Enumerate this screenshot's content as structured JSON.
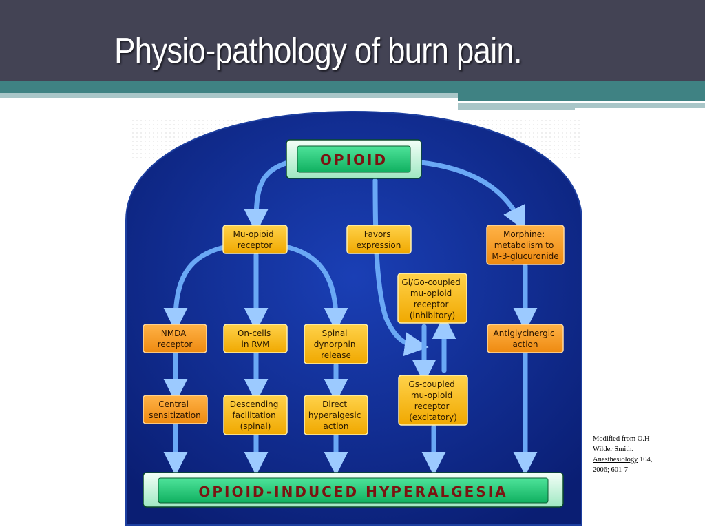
{
  "title": "Physio-pathology of burn pain.",
  "diagram": {
    "top_label": "OPIOID",
    "bottom_label": "OPIOID-INDUCED HYPERALGESIA",
    "boxes": {
      "mu": [
        "Mu-opioid",
        "receptor"
      ],
      "favors": [
        "Favors",
        "expression"
      ],
      "morphine": [
        "Morphine:",
        "metabolism to",
        "M-3-glucuronide"
      ],
      "gi": [
        "Gi/Go-coupled",
        "mu-opioid",
        "receptor",
        "(inhibitory)"
      ],
      "nmda": [
        "NMDA",
        "receptor"
      ],
      "oncells": [
        "On-cells",
        "in RVM"
      ],
      "spinal": [
        "Spinal",
        "dynorphin",
        "release"
      ],
      "antigly": [
        "Antiglycinergic",
        "action"
      ],
      "gs": [
        "Gs-coupled",
        "mu-opioid",
        "receptor",
        "(excitatory)"
      ],
      "central": [
        "Central",
        "sensitization"
      ],
      "descending": [
        "Descending",
        "facilitation",
        "(spinal)"
      ],
      "direct": [
        "Direct",
        "hyperalgesic",
        "action"
      ]
    }
  },
  "citation": {
    "line1": "Modified from O.H",
    "line2": "Wilder Smith.",
    "journal": "Anesthesiology",
    "rest": " 104,",
    "line4": "2006; 601-7"
  },
  "colors": {
    "header": "#434354",
    "accent": "#3f8283",
    "panel": "#0d2a8c",
    "box": "#f6b40e",
    "box_orange": "#f39a20",
    "label_green": "#19c06a"
  }
}
